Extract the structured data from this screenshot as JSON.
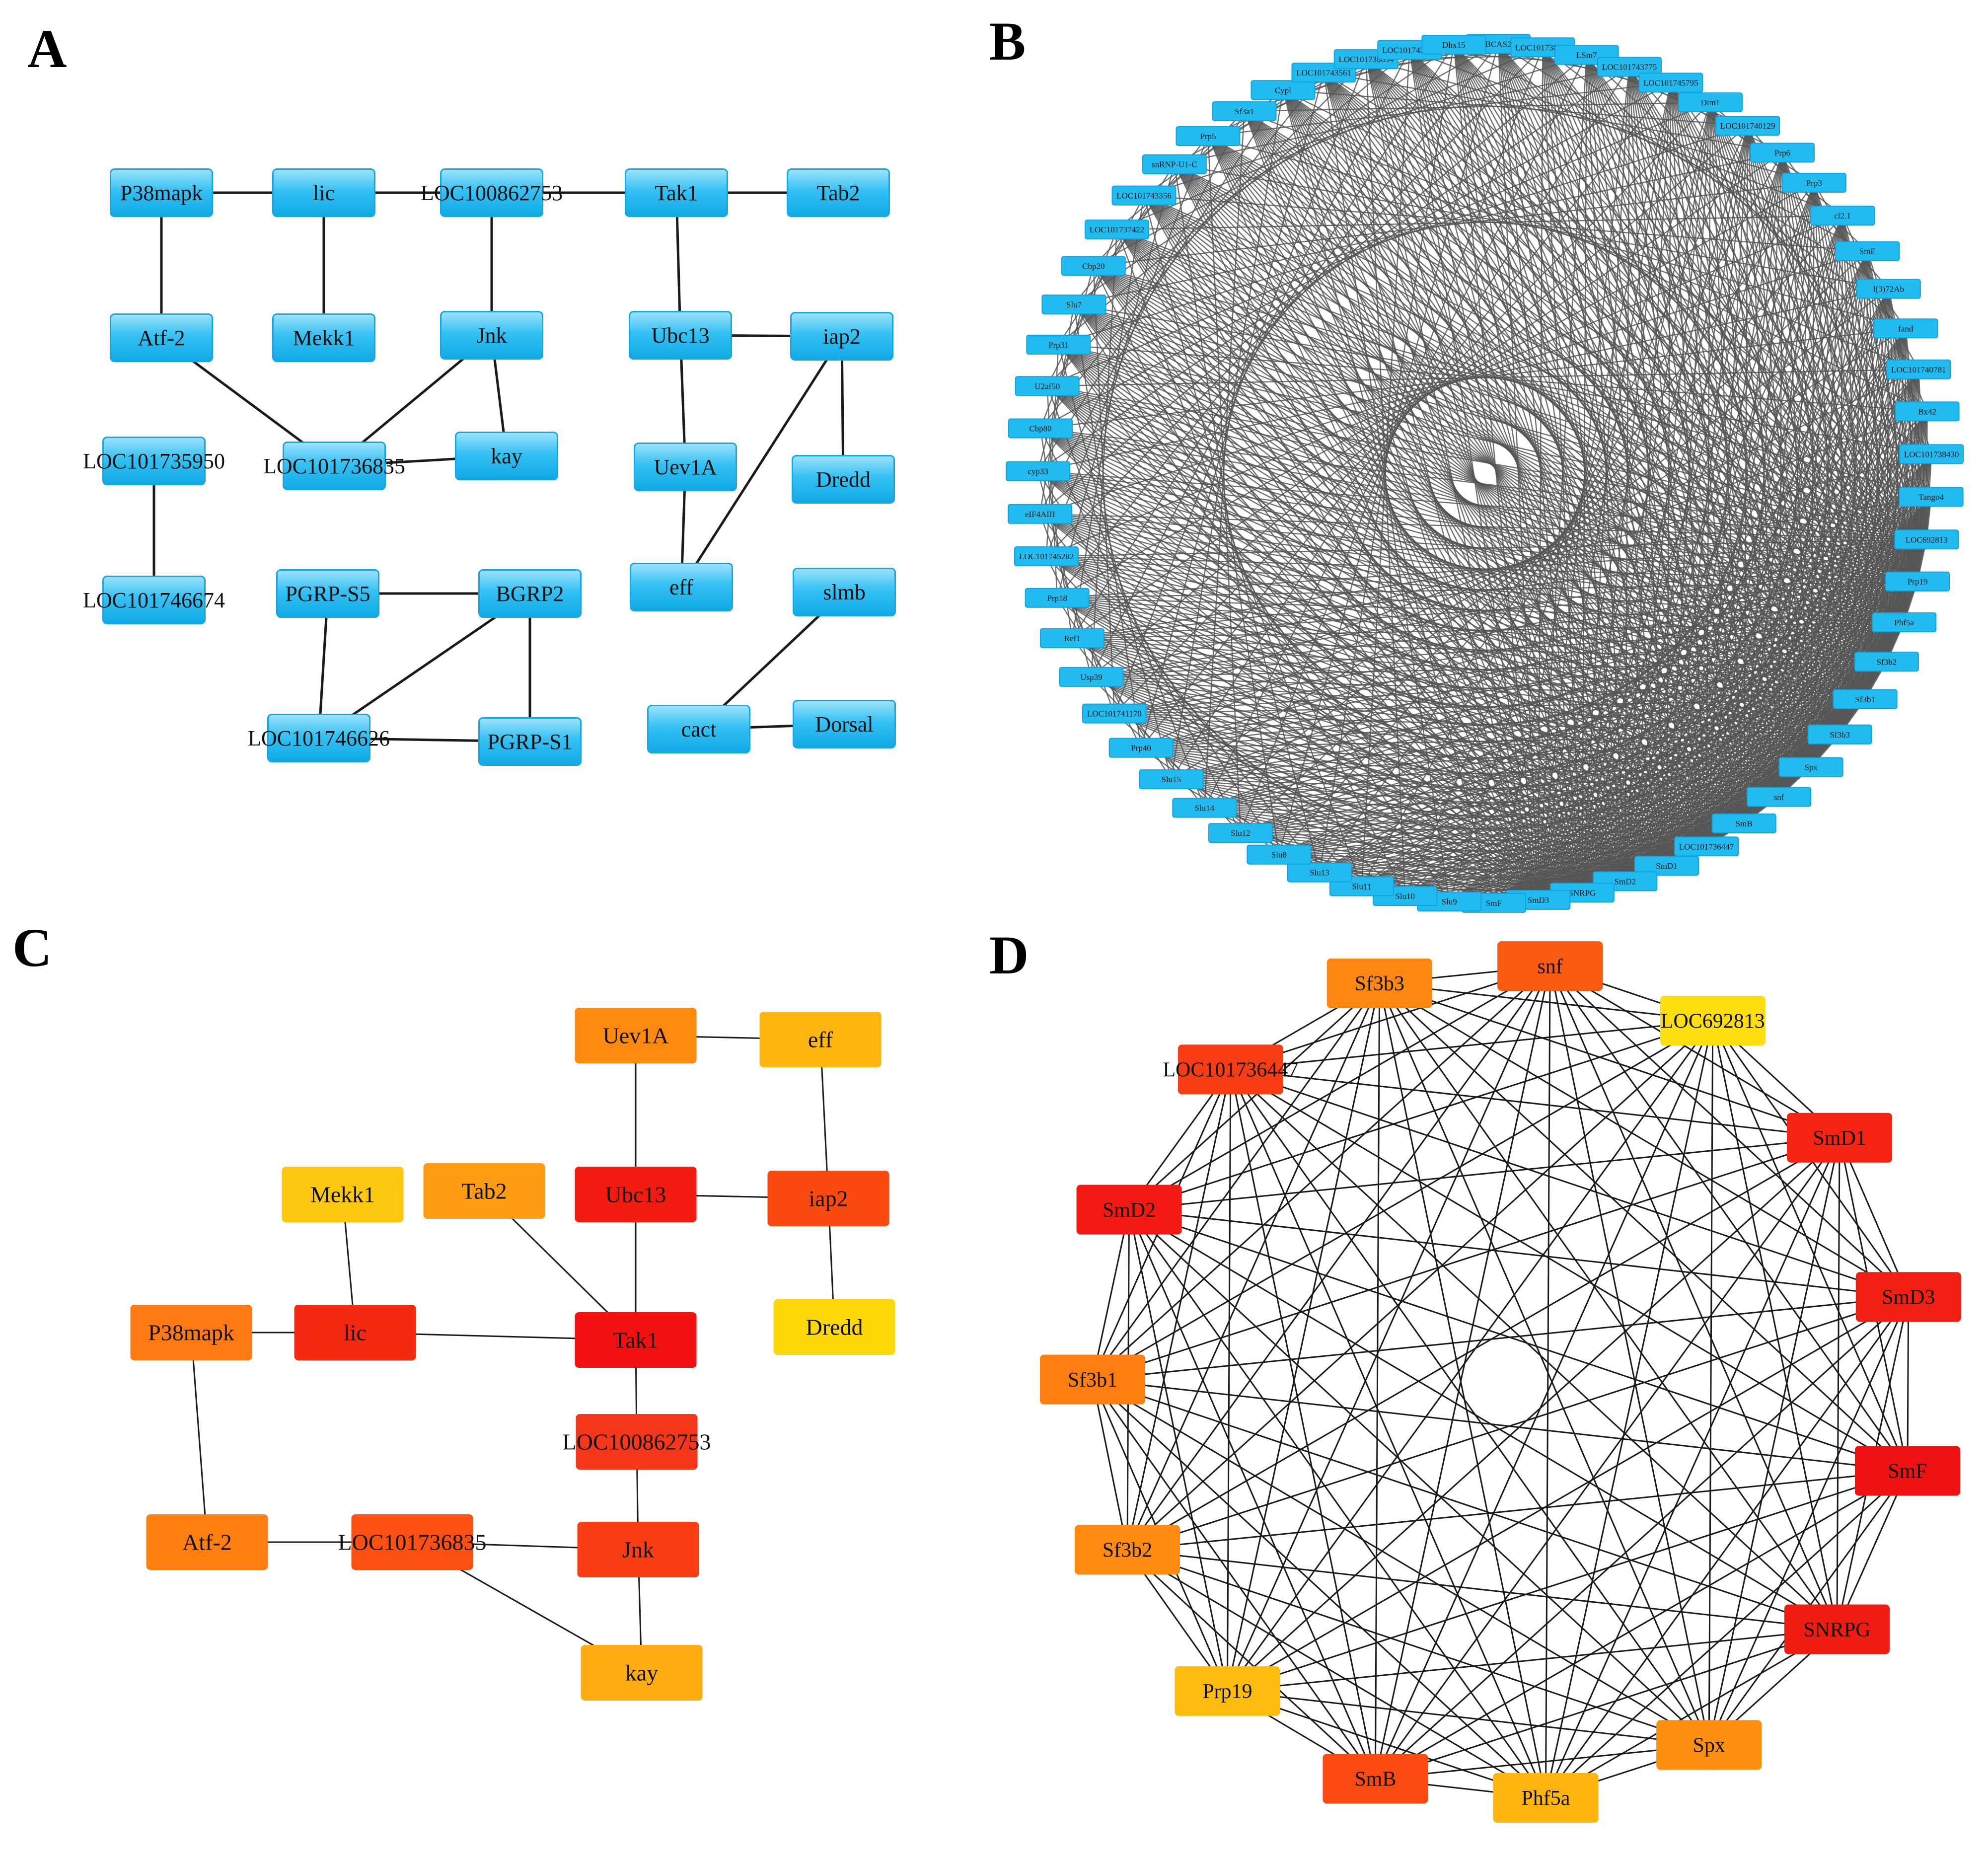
{
  "panels": [
    {
      "label": "A",
      "style": "blue",
      "nodes": [
        {
          "id": "P38mapk",
          "label": "P38mapk"
        },
        {
          "id": "lic",
          "label": "lic"
        },
        {
          "id": "LOC100862753",
          "label": "LOC100862753"
        },
        {
          "id": "Tak1",
          "label": "Tak1"
        },
        {
          "id": "Tab2",
          "label": "Tab2"
        },
        {
          "id": "Atf-2",
          "label": "Atf-2"
        },
        {
          "id": "Mekk1",
          "label": "Mekk1"
        },
        {
          "id": "Jnk",
          "label": "Jnk"
        },
        {
          "id": "Ubc13",
          "label": "Ubc13"
        },
        {
          "id": "iap2",
          "label": "iap2"
        },
        {
          "id": "LOC101735950",
          "label": "LOC101735950"
        },
        {
          "id": "LOC101736835",
          "label": "LOC101736835"
        },
        {
          "id": "kay",
          "label": "kay"
        },
        {
          "id": "Uev1A",
          "label": "Uev1A"
        },
        {
          "id": "Dredd",
          "label": "Dredd"
        },
        {
          "id": "LOC101746674",
          "label": "LOC101746674"
        },
        {
          "id": "PGRP-S5",
          "label": "PGRP-S5"
        },
        {
          "id": "BGRP2",
          "label": "BGRP2"
        },
        {
          "id": "eff",
          "label": "eff"
        },
        {
          "id": "slmb",
          "label": "slmb"
        },
        {
          "id": "LOC101746626",
          "label": "LOC101746626"
        },
        {
          "id": "PGRP-S1",
          "label": "PGRP-S1"
        },
        {
          "id": "cact",
          "label": "cact"
        },
        {
          "id": "Dorsal",
          "label": "Dorsal"
        }
      ],
      "edges": [
        [
          "P38mapk",
          "lic"
        ],
        [
          "lic",
          "LOC100862753"
        ],
        [
          "LOC100862753",
          "Tak1"
        ],
        [
          "Tak1",
          "Tab2"
        ],
        [
          "P38mapk",
          "Atf-2"
        ],
        [
          "lic",
          "Mekk1"
        ],
        [
          "LOC100862753",
          "Jnk"
        ],
        [
          "Tak1",
          "Ubc13"
        ],
        [
          "Ubc13",
          "iap2"
        ],
        [
          "Atf-2",
          "LOC101736835"
        ],
        [
          "Jnk",
          "LOC101736835"
        ],
        [
          "Jnk",
          "kay"
        ],
        [
          "LOC101736835",
          "kay"
        ],
        [
          "Ubc13",
          "Uev1A"
        ],
        [
          "iap2",
          "Dredd"
        ],
        [
          "iap2",
          "eff"
        ],
        [
          "Uev1A",
          "eff"
        ],
        [
          "LOC101735950",
          "LOC101746674"
        ],
        [
          "PGRP-S5",
          "BGRP2"
        ],
        [
          "PGRP-S5",
          "LOC101746626"
        ],
        [
          "BGRP2",
          "LOC101746626"
        ],
        [
          "BGRP2",
          "PGRP-S1"
        ],
        [
          "LOC101746626",
          "PGRP-S1"
        ],
        [
          "slmb",
          "cact"
        ],
        [
          "cact",
          "Dorsal"
        ]
      ]
    },
    {
      "label": "B",
      "style": "blue-circle",
      "nodes": [
        {
          "label": "BCAS2"
        },
        {
          "label": "LOC101738659"
        },
        {
          "label": "LSm7"
        },
        {
          "label": "LOC101743775"
        },
        {
          "label": "LOC101745795"
        },
        {
          "label": "Dim1"
        },
        {
          "label": "LOC101740129"
        },
        {
          "label": "Prp6"
        },
        {
          "label": "Prp3"
        },
        {
          "label": "cl2.1"
        },
        {
          "label": "SmE"
        },
        {
          "label": "l(3)72Ab"
        },
        {
          "label": "fand"
        },
        {
          "label": "LOC101740781"
        },
        {
          "label": "Bx42"
        },
        {
          "label": "LOC101738430"
        },
        {
          "label": "Tango4"
        },
        {
          "label": "LOC692813"
        },
        {
          "label": "Prp19"
        },
        {
          "label": "Phf5a"
        },
        {
          "label": "Sf3b2"
        },
        {
          "label": "Sf3b1"
        },
        {
          "label": "Sf3b3"
        },
        {
          "label": "Spx"
        },
        {
          "label": "snf"
        },
        {
          "label": "SmB"
        },
        {
          "label": "LOC101736447"
        },
        {
          "label": "SmD1"
        },
        {
          "label": "SmD2"
        },
        {
          "label": "SNRPG"
        },
        {
          "label": "SmD3"
        },
        {
          "label": "SmF"
        },
        {
          "label": "Slu9"
        },
        {
          "label": "Slu10"
        },
        {
          "label": "Slu11"
        },
        {
          "label": "Slu13"
        },
        {
          "label": "Slu8"
        },
        {
          "label": "Slu12"
        },
        {
          "label": "Slu14"
        },
        {
          "label": "Slu15"
        },
        {
          "label": "Prp40"
        },
        {
          "label": "LOC101741170"
        },
        {
          "label": "Usp39"
        },
        {
          "label": "Ref1"
        },
        {
          "label": "Prp18"
        },
        {
          "label": "LOC101745282"
        },
        {
          "label": "eIF4AIII"
        },
        {
          "label": "cyp33"
        },
        {
          "label": "Cbp80"
        },
        {
          "label": "U2af50"
        },
        {
          "label": "Prp31"
        },
        {
          "label": "Slu7"
        },
        {
          "label": "Cbp20"
        },
        {
          "label": "LOC101737422"
        },
        {
          "label": "LOC101743356"
        },
        {
          "label": "snRNP-U1-C"
        },
        {
          "label": "Prp5"
        },
        {
          "label": "Sf3a1"
        },
        {
          "label": "Cypl"
        },
        {
          "label": "LOC101743561"
        },
        {
          "label": "LOC101738634"
        },
        {
          "label": "LOC101742175"
        },
        {
          "label": "Dhx15"
        }
      ],
      "hub_count": 14
    },
    {
      "label": "C",
      "style": "heat",
      "nodes": [
        {
          "id": "Uev1A",
          "label": "Uev1A",
          "color": "#ff8a10"
        },
        {
          "id": "eff",
          "label": "eff",
          "color": "#ffb610"
        },
        {
          "id": "Mekk1",
          "label": "Mekk1",
          "color": "#ffc810"
        },
        {
          "id": "Tab2",
          "label": "Tab2",
          "color": "#ff9c12"
        },
        {
          "id": "Ubc13",
          "label": "Ubc13",
          "color": "#f21b10"
        },
        {
          "id": "iap2",
          "label": "iap2",
          "color": "#fb4a10"
        },
        {
          "id": "P38mapk",
          "label": "P38mapk",
          "color": "#ff7a12"
        },
        {
          "id": "lic",
          "label": "lic",
          "color": "#f52812"
        },
        {
          "id": "Tak1",
          "label": "Tak1",
          "color": "#f21010"
        },
        {
          "id": "Dredd",
          "label": "Dredd",
          "color": "#ffd80a"
        },
        {
          "id": "LOC100862753",
          "label": "LOC100862753",
          "color": "#f5361a"
        },
        {
          "id": "Atf-2",
          "label": "Atf-2",
          "color": "#ff8010"
        },
        {
          "id": "LOC101736835",
          "label": "LOC101736835",
          "color": "#fb5012"
        },
        {
          "id": "Jnk",
          "label": "Jnk",
          "color": "#f83e12"
        },
        {
          "id": "kay",
          "label": "kay",
          "color": "#ffac12"
        }
      ],
      "edges": [
        [
          "Uev1A",
          "eff"
        ],
        [
          "Uev1A",
          "Ubc13"
        ],
        [
          "eff",
          "iap2"
        ],
        [
          "Ubc13",
          "iap2"
        ],
        [
          "iap2",
          "Dredd"
        ],
        [
          "Mekk1",
          "lic"
        ],
        [
          "Tab2",
          "Tak1"
        ],
        [
          "Ubc13",
          "Tak1"
        ],
        [
          "P38mapk",
          "lic"
        ],
        [
          "lic",
          "Tak1"
        ],
        [
          "Tak1",
          "LOC100862753"
        ],
        [
          "P38mapk",
          "Atf-2"
        ],
        [
          "LOC100862753",
          "Jnk"
        ],
        [
          "Atf-2",
          "LOC101736835"
        ],
        [
          "LOC101736835",
          "Jnk"
        ],
        [
          "LOC101736835",
          "kay"
        ],
        [
          "Jnk",
          "kay"
        ]
      ]
    },
    {
      "label": "D",
      "style": "heat-circle",
      "nodes": [
        {
          "id": "snf",
          "label": "snf",
          "color": "#fb5a12"
        },
        {
          "id": "LOC692813",
          "label": "LOC692813",
          "color": "#ffde10"
        },
        {
          "id": "SmD1",
          "label": "SmD1",
          "color": "#f52412"
        },
        {
          "id": "SmD3",
          "label": "SmD3",
          "color": "#f22012"
        },
        {
          "id": "SmF",
          "label": "SmF",
          "color": "#f01212"
        },
        {
          "id": "SNRPG",
          "label": "SNRPG",
          "color": "#f01c12"
        },
        {
          "id": "Spx",
          "label": "Spx",
          "color": "#ff8f10"
        },
        {
          "id": "Phf5a",
          "label": "Phf5a",
          "color": "#ffb410"
        },
        {
          "id": "SmB",
          "label": "SmB",
          "color": "#fb4a12"
        },
        {
          "id": "Prp19",
          "label": "Prp19",
          "color": "#ffbc10"
        },
        {
          "id": "Sf3b2",
          "label": "Sf3b2",
          "color": "#ff8a12"
        },
        {
          "id": "Sf3b1",
          "label": "Sf3b1",
          "color": "#ff7e12"
        },
        {
          "id": "SmD2",
          "label": "SmD2",
          "color": "#f21a12"
        },
        {
          "id": "LOC101736447",
          "label": "LOC101736447",
          "color": "#f83c14"
        },
        {
          "id": "Sf3b3",
          "label": "Sf3b3",
          "color": "#ff8812"
        }
      ],
      "complete_graph": true
    }
  ]
}
